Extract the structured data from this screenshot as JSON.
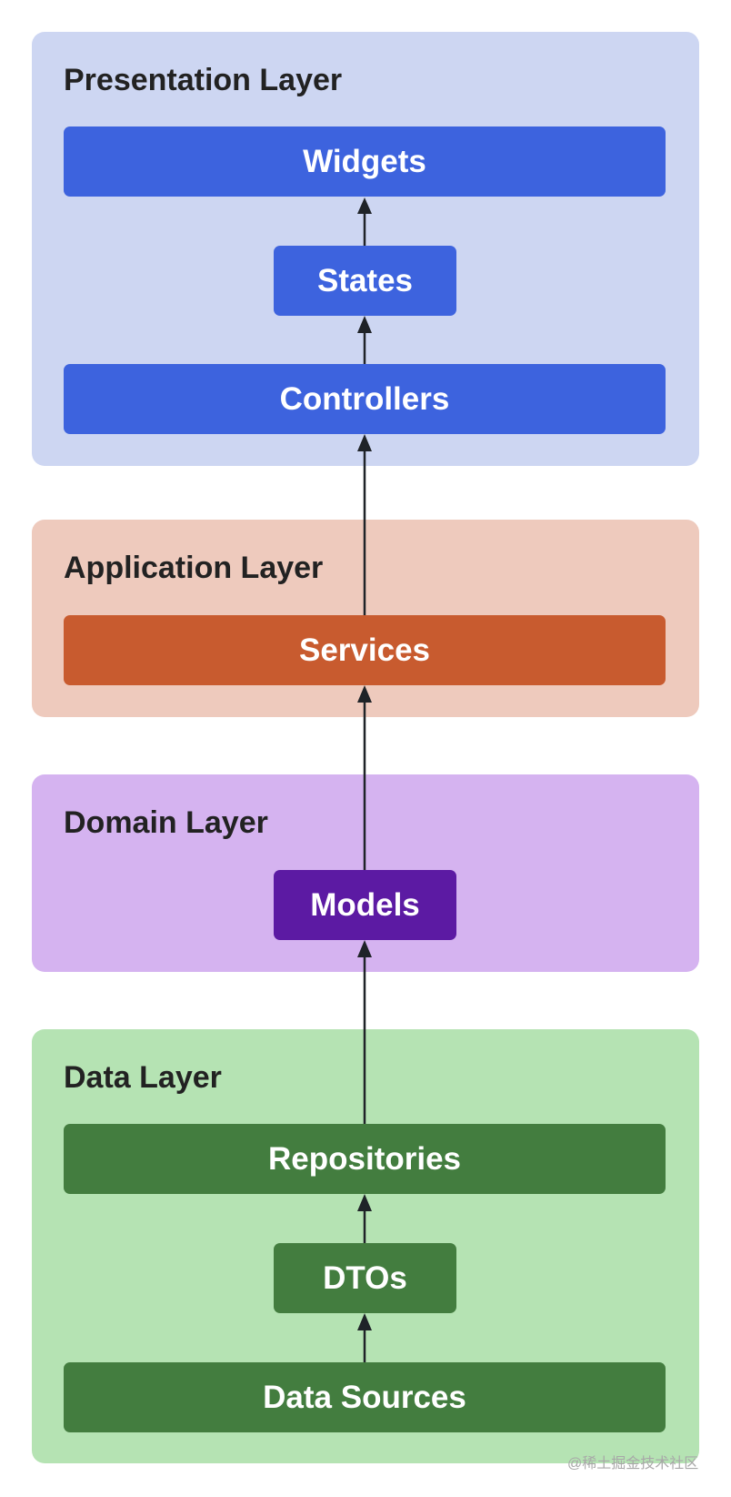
{
  "colors": {
    "presentation_bg": "#CDD6F2",
    "presentation_box": "#3D63DE",
    "application_bg": "#EECABD",
    "application_box": "#C85B2F",
    "domain_bg": "#D5B3F0",
    "domain_box": "#5C1AA3",
    "data_bg": "#B5E3B3",
    "data_box": "#437D3F",
    "arrow": "#1F2328"
  },
  "layers": {
    "presentation": {
      "title": "Presentation Layer",
      "widgets": "Widgets",
      "states": "States",
      "controllers": "Controllers"
    },
    "application": {
      "title": "Application Layer",
      "services": "Services"
    },
    "domain": {
      "title": "Domain Layer",
      "models": "Models"
    },
    "data": {
      "title": "Data Layer",
      "repositories": "Repositories",
      "dtos": "DTOs",
      "data_sources": "Data Sources"
    }
  },
  "watermark": "@稀土掘金技术社区"
}
